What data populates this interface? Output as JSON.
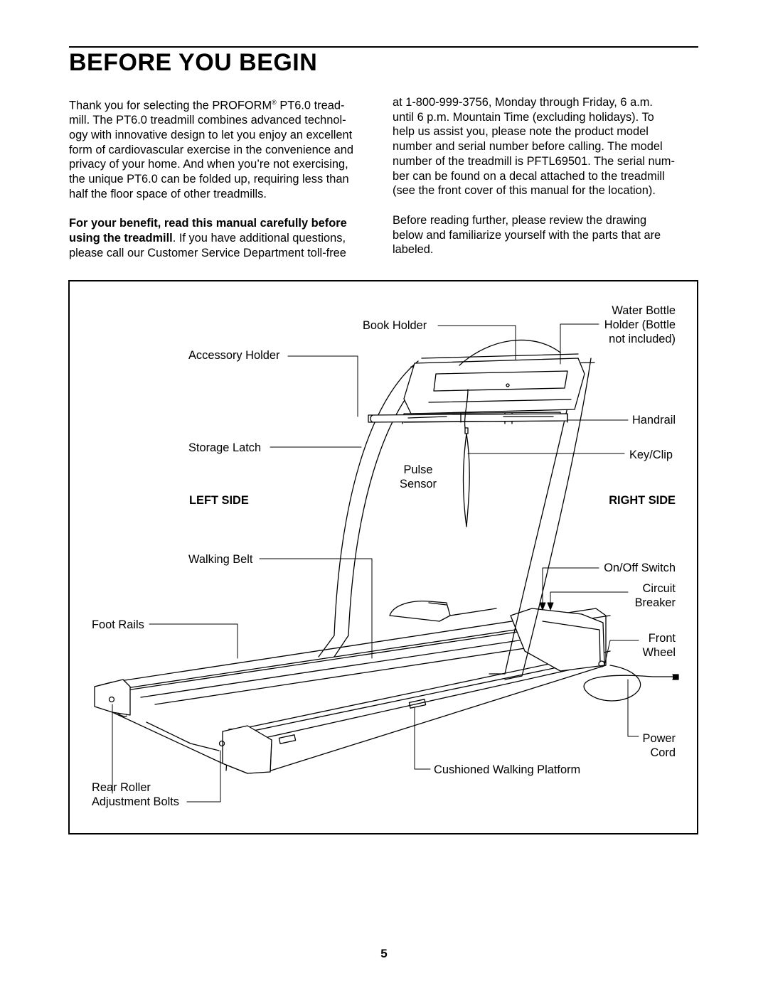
{
  "page": {
    "title": "BEFORE YOU BEGIN",
    "page_number": "5"
  },
  "intro": {
    "left_para1": [
      "Thank you for selecting the PROFORM",
      "®",
      " PT6.0 tread-",
      "mill. The PT6.0 treadmill combines advanced technol-",
      "ogy with innovative design to let you enjoy an excellent",
      "form of cardiovascular exercise in the convenience and",
      "privacy of your home. And when you’re not exercising,",
      "the unique PT6.0 can be folded up, requiring less than",
      "half the floor space of other treadmills."
    ],
    "left_para2": {
      "bold_line1": "For your benefit, read this manual carefully before",
      "bold_line2": "using the treadmill",
      "rest_line2": ". If you have additional questions,",
      "line3": "please call our Customer Service Department toll-free"
    },
    "right_para1": [
      "at 1-800-999-3756, Monday through Friday, 6 a.m.",
      "until 6 p.m. Mountain Time (excluding holidays). To",
      "help us assist you, please note the product model",
      "number and serial number before calling. The model",
      "number of the treadmill is PFTL69501. The serial num-",
      "ber can be found on a decal attached to the treadmill",
      "(see the front cover of this manual for the location)."
    ],
    "right_para2": [
      "Before reading further, please review the drawing",
      "below and familiarize yourself with the parts that are",
      "labeled."
    ]
  },
  "figure": {
    "labels": {
      "water_bottle_1": "Water Bottle",
      "water_bottle_2": "Holder (Bottle",
      "water_bottle_3": "not included)",
      "book_holder": "Book Holder",
      "accessory_holder": "Accessory Holder",
      "handrail": "Handrail",
      "storage_latch": "Storage Latch",
      "key_clip": "Key/Clip",
      "pulse_1": "Pulse",
      "pulse_2": "Sensor",
      "left_side": "LEFT SIDE",
      "right_side": "RIGHT SIDE",
      "walking_belt": "Walking Belt",
      "on_off_switch": "On/Off Switch",
      "circuit_1": "Circuit",
      "circuit_2": "Breaker",
      "foot_rails": "Foot Rails",
      "front_1": "Front",
      "front_2": "Wheel",
      "power_1": "Power",
      "power_2": "Cord",
      "cushioned": "Cushioned Walking Platform",
      "rear_1": "Rear Roller",
      "rear_2": "Adjustment Bolts"
    }
  }
}
